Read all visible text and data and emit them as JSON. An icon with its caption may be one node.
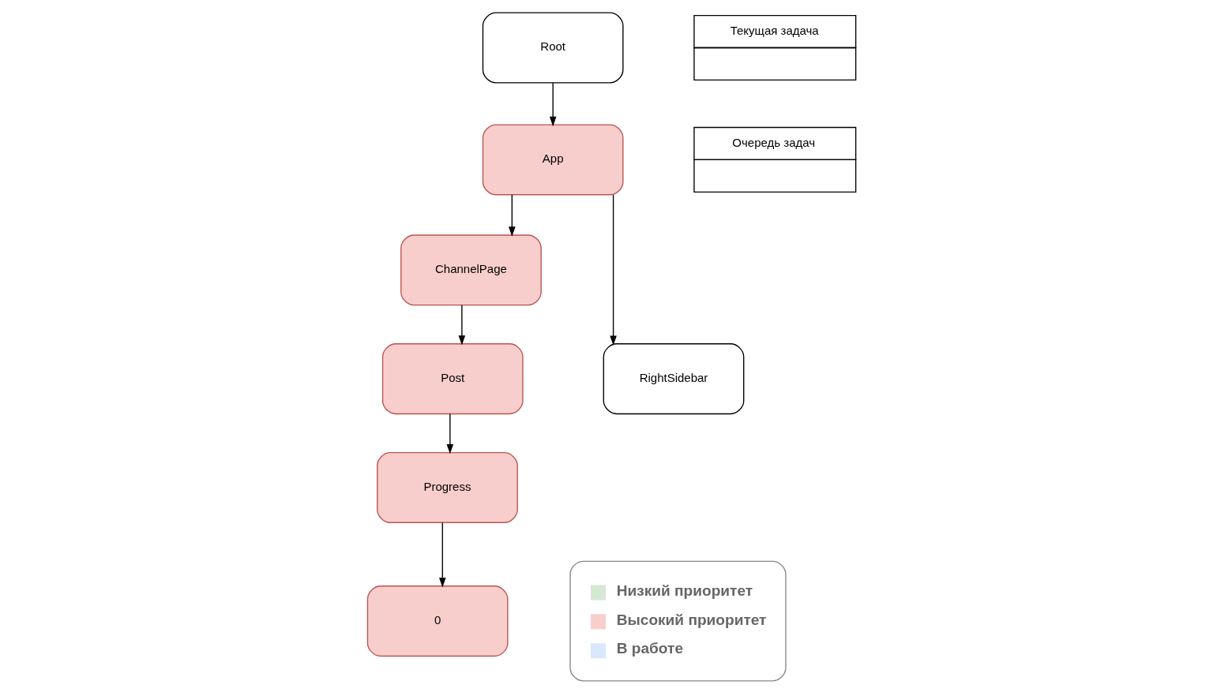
{
  "diagram": {
    "nodes": [
      {
        "text": [
          "Root"
        ]
      },
      {
        "text": [
          "App"
        ]
      },
      {
        "text": [
          "ChannelPage"
        ]
      },
      {
        "text": [
          "RightSidebar"
        ]
      },
      {
        "text": [
          "Post"
        ]
      },
      {
        "text": [
          "Progress"
        ]
      },
      {
        "text": [
          "0"
        ]
      },
      {
        "text": [
          "Текущая задача"
        ]
      },
      {
        "text": [
          "Очередь задач"
        ]
      }
    ],
    "edges": [
      {
        "from": 0,
        "to": 1,
        "arrow": "to"
      },
      {
        "from": 1,
        "to": 2,
        "arrow": "to"
      },
      {
        "from": 1,
        "to": 3,
        "arrow": "to"
      },
      {
        "from": 2,
        "to": 4,
        "arrow": "to"
      },
      {
        "from": 4,
        "to": 5,
        "arrow": "to"
      },
      {
        "from": 5,
        "to": 6,
        "arrow": "to"
      }
    ],
    "legend": [
      {
        "text": "Низкий приоритет",
        "color": "#d5e8d4"
      },
      {
        "text": "Высокий приоритет",
        "color": "#f8cecc"
      },
      {
        "text": "В работе",
        "color": "#dae8fc"
      }
    ]
  }
}
